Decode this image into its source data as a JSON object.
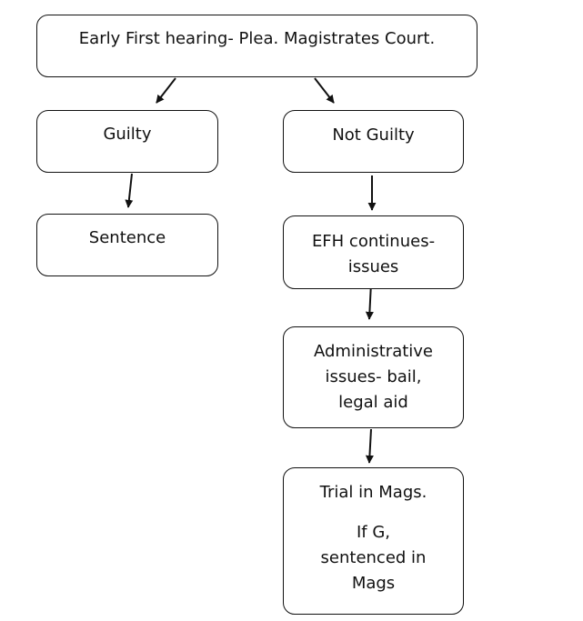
{
  "nodes": {
    "top": {
      "text": "Early First hearing- Plea.  Magistrates Court."
    },
    "guilty": {
      "text": "Guilty"
    },
    "not_guilty": {
      "text": "Not Guilty"
    },
    "sentence": {
      "text": "Sentence"
    },
    "efh": {
      "lines": [
        "EFH continues-",
        "issues"
      ]
    },
    "admin": {
      "lines": [
        "Administrative",
        "issues- bail,",
        "legal aid"
      ]
    },
    "trial": {
      "line1": "Trial in Mags.",
      "lines": [
        "If G,",
        "sentenced in",
        "Mags"
      ]
    }
  },
  "edges": [
    {
      "from": "top",
      "to": "guilty"
    },
    {
      "from": "top",
      "to": "not_guilty"
    },
    {
      "from": "guilty",
      "to": "sentence"
    },
    {
      "from": "not_guilty",
      "to": "efh"
    },
    {
      "from": "efh",
      "to": "admin"
    },
    {
      "from": "admin",
      "to": "trial"
    }
  ]
}
